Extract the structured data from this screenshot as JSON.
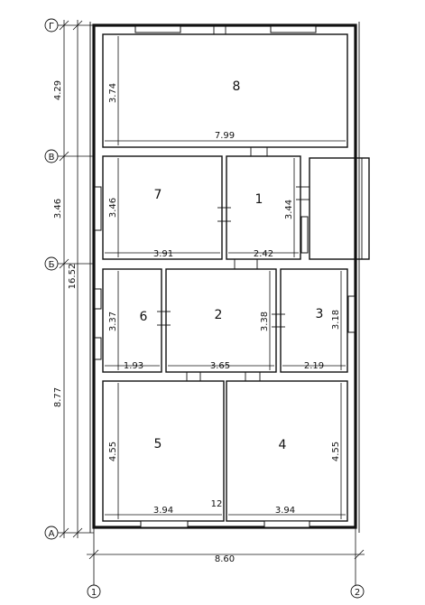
{
  "axes": {
    "rows": [
      "Г",
      "В",
      "Б",
      "А"
    ],
    "cols": [
      "1",
      "2"
    ]
  },
  "overall": {
    "width": "8.60",
    "height": "16.52",
    "segments": [
      "4.29",
      "3.46",
      "8.77"
    ]
  },
  "rooms": [
    {
      "id": "8",
      "width": "7.99",
      "height": "3.74"
    },
    {
      "id": "7",
      "width": "3.91",
      "height": "3.46"
    },
    {
      "id": "1",
      "width": "2.42",
      "height": "3.44"
    },
    {
      "id": "6",
      "width": "1.93",
      "height": "3.37"
    },
    {
      "id": "2",
      "width": "3.65",
      "height": "3.38"
    },
    {
      "id": "3",
      "width": "2.19",
      "height": "3.18"
    },
    {
      "id": "5",
      "width": "3.94",
      "height": "4.55"
    },
    {
      "id": "4",
      "width": "3.94",
      "height": "4.55"
    }
  ],
  "extra_label": "12"
}
